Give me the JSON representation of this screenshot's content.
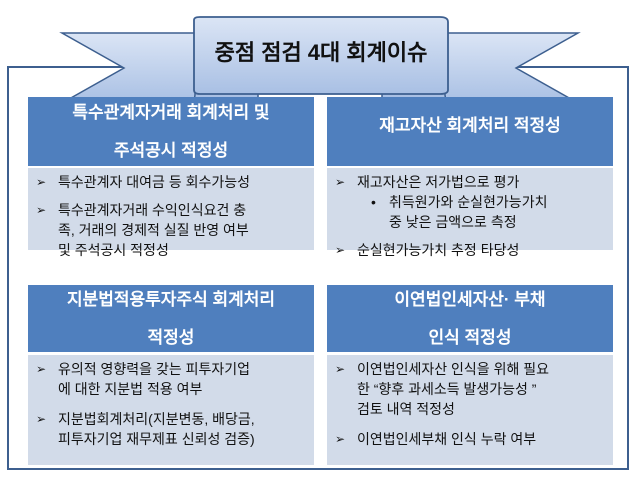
{
  "title": "중점 점검 4대 회계이슈",
  "cells": [
    {
      "header": [
        "특수관계자거래 회계처리 및",
        "주석공시 적정성"
      ],
      "items": [
        {
          "lines": [
            "특수관계자 대여금 등 회수가능성"
          ]
        },
        {
          "lines": [
            "특수관계자거래 수익인식요건 충",
            "족, 거래의 경제적 실질 반영 여부",
            "및 주석공시 적정성"
          ]
        }
      ]
    },
    {
      "header": [
        "재고자산 회계처리 적정성"
      ],
      "items": [
        {
          "lines": [
            "재고자산은 저가법으로 평가"
          ],
          "sub": [
            "취득원가와 순실현가능가치",
            "중 낮은 금액으로 측정"
          ]
        },
        {
          "lines": [
            "순실현가능가치 추정 타당성"
          ]
        }
      ]
    },
    {
      "header": [
        "지분법적용투자주식 회계처리",
        "적정성"
      ],
      "items": [
        {
          "lines": [
            "유의적 영향력을 갖는 피투자기업",
            "에 대한 지분법 적용 여부"
          ]
        },
        {
          "lines": [
            "지분법회계처리(지분변동, 배당금,",
            "피투자기업 재무제표 신뢰성 검증)"
          ]
        }
      ]
    },
    {
      "header": [
        "이연법인세자산· 부채",
        "인식 적정성"
      ],
      "items": [
        {
          "lines": [
            "이연법인세자산 인식을 위해 필요",
            "한 “향후 과세소득 발생가능성 ”",
            "검토 내역 적정성"
          ]
        },
        {
          "lines": [
            "이연법인세부채 인식 누락 여부"
          ]
        }
      ]
    }
  ],
  "colors": {
    "header": "#4f7fbe",
    "body": "#d2dbe9",
    "frame": "#3d5f8f",
    "ribbon": "#c5d5ee"
  }
}
